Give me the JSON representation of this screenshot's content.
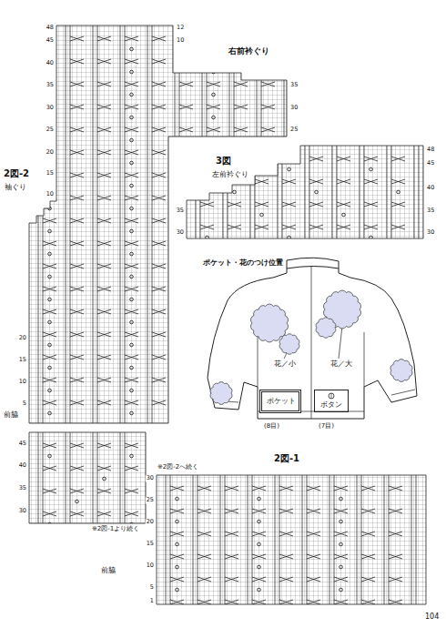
{
  "diagram": {
    "nodes": [
      {
        "text": [
          "ポケット"
        ]
      },
      {
        "text": [
          "ボタン"
        ]
      }
    ],
    "labels": [
      "右前衿ぐり",
      "48",
      "45",
      "40",
      "35",
      "30",
      "25",
      "20",
      "15",
      "10",
      "12",
      "10",
      "35",
      "30",
      "25",
      "2図-2",
      "袖ぐり",
      "20",
      "15",
      "10",
      "5",
      "前脇",
      "45",
      "40",
      "35",
      "30",
      "※2図-1より続く",
      "3図",
      "左前衿ぐり",
      "48",
      "45",
      "40",
      "35",
      "30",
      "35",
      "30",
      "ポケット・花のつけ位置",
      "花／小",
      "花／大",
      "(8目)",
      "(7目)",
      "2図-1",
      "※2図-2へ続く",
      "30",
      "25",
      "20",
      "15",
      "10",
      "5",
      "1",
      "前脇",
      "104"
    ]
  }
}
